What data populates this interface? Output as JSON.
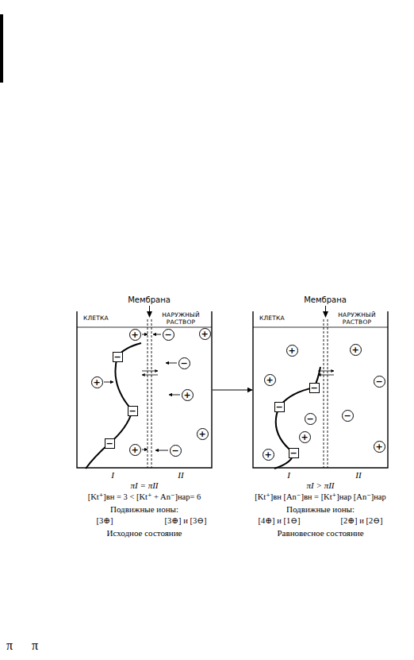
{
  "diagram": {
    "nodes": [
      {
        "text": [
          "КЛЕТКА",
          "НАРУЖНЫЙ РАСТВОР"
        ]
      },
      {
        "text": [
          "+"
        ],
        "in": 0
      },
      {
        "text": [
          "−"
        ],
        "in": 0
      },
      {
        "text": [
          "+"
        ],
        "in": 0
      },
      {
        "text": [
          "−"
        ],
        "in": 0
      },
      {
        "text": [
          "−"
        ],
        "in": 0
      },
      {
        "text": [
          "+"
        ],
        "in": 0
      },
      {
        "text": [
          "+"
        ],
        "in": 0
      },
      {
        "text": [
          "−"
        ],
        "in": 0
      },
      {
        "text": [
          "+"
        ],
        "in": 0
      },
      {
        "text": [
          "−"
        ],
        "in": 0
      },
      {
        "text": [
          "+"
        ],
        "in": 0
      },
      {
        "text": [
          "−"
        ],
        "in": 0
      },
      {
        "text": [
          "КЛЕТКА",
          "НАРУЖНЫЙ РАСТВОР"
        ]
      },
      {
        "text": [
          "+"
        ],
        "in": 13
      },
      {
        "text": [
          "+"
        ],
        "in": 13
      },
      {
        "text": [
          "−"
        ],
        "in": 13
      },
      {
        "text": [
          "+"
        ],
        "in": 13
      },
      {
        "text": [
          "−"
        ],
        "in": 13
      },
      {
        "text": [
          "−"
        ],
        "in": 13
      },
      {
        "text": [
          "−"
        ],
        "in": 13
      },
      {
        "text": [
          "−"
        ],
        "in": 13
      },
      {
        "text": [
          "+"
        ],
        "in": 13
      },
      {
        "text": [
          "−"
        ],
        "in": 13
      },
      {
        "text": [
          "+"
        ],
        "in": 13
      },
      {
        "text": [
          "+"
        ],
        "in": 13
      }
    ],
    "edges": [
      {
        "from": 0,
        "to": 13,
        "arrow": "to"
      }
    ],
    "labels": [
      "Мембрана",
      "Мембрана",
      "I",
      "II",
      "πI = πII",
      "[Kt⁺]вн = 3 < [Kt⁺ + An⁻]нар= 6",
      "Подвижные ионы:",
      "[3⊕]",
      "[3⊕] и [3⊖]",
      "Исходное состояние",
      "I",
      "II",
      "πI > πII",
      "[Kt⁺]вн [An⁻]вн = [Kt⁺]нар [An⁻]нар",
      "Подвижные ионы:",
      "[4⊕] и [1⊖]",
      "[2⊕] и [2⊖]",
      "Равновесное состояние",
      "π",
      "π"
    ]
  }
}
